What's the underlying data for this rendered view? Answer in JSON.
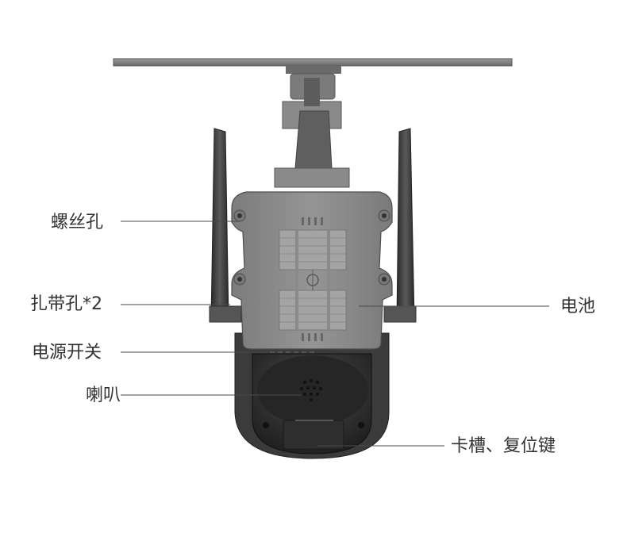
{
  "labels": {
    "screw_hole": "螺丝孔",
    "strap_holes": "扎带孔*2",
    "power_switch": "电源开关",
    "speaker": "喇叭",
    "battery": "电池",
    "card_slot_reset": "卡槽、复位键"
  },
  "colors": {
    "body": "#8e8e8e",
    "body_dark": "#6f6f6f",
    "dome": "#2b2b2b",
    "antenna": "#3a3a3a",
    "pad": "#a7a7a7",
    "text": "#333333",
    "line": "#4a4a4a"
  }
}
